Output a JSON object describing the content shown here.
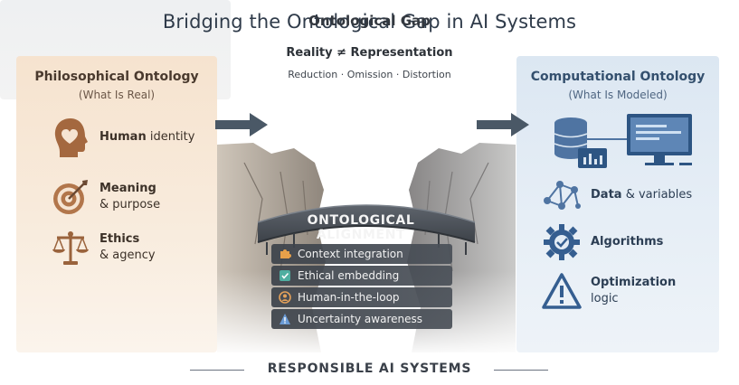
{
  "title": "Bridging the Ontological Gap in AI Systems",
  "left": {
    "heading": "Philosophical Ontology",
    "subheading": "(What Is Real)",
    "items": [
      {
        "icon": "head-heart-icon",
        "bold": "Human",
        "rest": "identity"
      },
      {
        "icon": "target-arrow-icon",
        "bold": "Meaning",
        "rest": "& purpose"
      },
      {
        "icon": "scales-icon",
        "bold": "Ethics",
        "rest": "& agency"
      }
    ]
  },
  "center": {
    "heading": "Ontological Gap",
    "equation": "Reality ≠ Representation",
    "list": "Reduction · Omission · Distortion"
  },
  "right": {
    "heading": "Computational Ontology",
    "subheading": "(What Is Modeled)",
    "items": [
      {
        "icon": "database-computer-icon",
        "bold": "",
        "rest": ""
      },
      {
        "icon": "network-nodes-icon",
        "bold": "Data",
        "rest": "& variables"
      },
      {
        "icon": "gear-check-icon",
        "bold": "Algorithms",
        "rest": ""
      },
      {
        "icon": "warning-triangle-icon",
        "bold": "Optimization",
        "rest": "logic"
      }
    ]
  },
  "bridge": {
    "label": "ONTOLOGICAL ALIGNMENT",
    "checks": [
      {
        "icon": "puzzle-icon",
        "text": "Context integration"
      },
      {
        "icon": "check-shield-icon",
        "text": "Ethical embedding"
      },
      {
        "icon": "person-loop-icon",
        "text": "Human-in-the-loop"
      },
      {
        "icon": "warning-icon",
        "text": "Uncertainty awareness"
      }
    ]
  },
  "footer": "RESPONSIBLE AI SYSTEMS",
  "colors": {
    "left_accent": "#a46a44",
    "right_accent": "#3d6390",
    "arrow": "#4a5866"
  }
}
